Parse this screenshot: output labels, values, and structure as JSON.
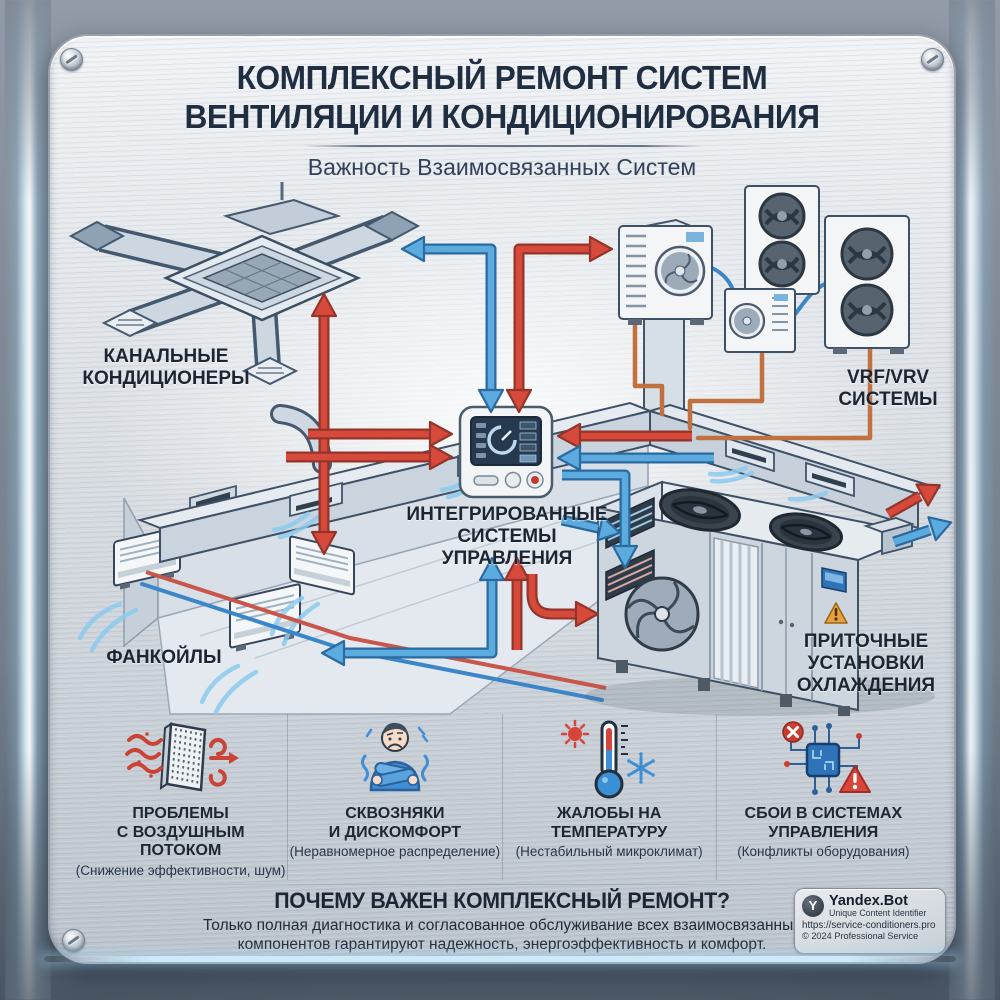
{
  "header": {
    "title_line1": "КОМПЛЕКСНЫЙ РЕМОНТ СИСТЕМ",
    "title_line2": "ВЕНТИЛЯЦИИ И КОНДИЦИОНИРОВАНИЯ",
    "subtitle": "Важность Взаимосвязанных Систем"
  },
  "diagram": {
    "labels": {
      "duct_ac": {
        "l1": "КАНАЛЬНЫЕ",
        "l2": "КОНДИЦИОНЕРЫ"
      },
      "vrf": {
        "l1": "VRF/VRV",
        "l2": "СИСТЕМЫ"
      },
      "control": {
        "l1": "ИНТЕГРИРОВАННЫЕ",
        "l2": "СИСТЕМЫ",
        "l3": "УПРАВЛЕНИЯ"
      },
      "fancoils": {
        "l1": "ФАНКОЙЛЫ"
      },
      "ahu": {
        "l1": "ПРИТОЧНЫЕ",
        "l2": "УСТАНОВКИ",
        "l3": "ОХЛАЖДЕНИЯ"
      }
    },
    "colors": {
      "hot_flow": "#d74a3b",
      "cold_flow": "#5cabdf",
      "copper_pipe": "#c0713f",
      "water_pipe": "#3b86c9",
      "panel_metal": "#d9dee4",
      "background": "#76828f",
      "text": "#1f2b3d"
    }
  },
  "issues": [
    {
      "icon": "air-filter-icon",
      "title_lines": [
        "ПРОБЛЕМЫ",
        "С ВОЗДУШНЫМ ПОТОКОМ"
      ],
      "subtitle": "(Снижение эффективности, шум)"
    },
    {
      "icon": "shivering-person-icon",
      "title_lines": [
        "СКВОЗНЯКИ",
        "И ДИСКОМФОРТ"
      ],
      "subtitle": "(Неравномерное распределение)"
    },
    {
      "icon": "thermometer-icon",
      "title_lines": [
        "ЖАЛОБЫ НА",
        "ТЕМПЕРАТУРУ"
      ],
      "subtitle": "(Нестабильный микроклимат)"
    },
    {
      "icon": "control-failure-icon",
      "title_lines": [
        "СБОИ В СИСТЕМАХ",
        "УПРАВЛЕНИЯ"
      ],
      "subtitle": "(Конфликты оборудования)"
    }
  ],
  "footer": {
    "heading": "ПОЧЕМУ ВАЖЕН КОМПЛЕКСНЫЙ РЕМОНТ?",
    "text_line1": "Только полная диагностика и согласованное обслуживание всех взаимосвязанных",
    "text_line2": "компонентов гарантируют надежность, энергоэффективность и комфорт."
  },
  "badge": {
    "logo_letter": "Y",
    "name": "Yandex.Bot",
    "tagline": "Unique Content Identifier",
    "url": "https://service-conditioners.pro",
    "copyright": "© 2024 Professional Service"
  }
}
